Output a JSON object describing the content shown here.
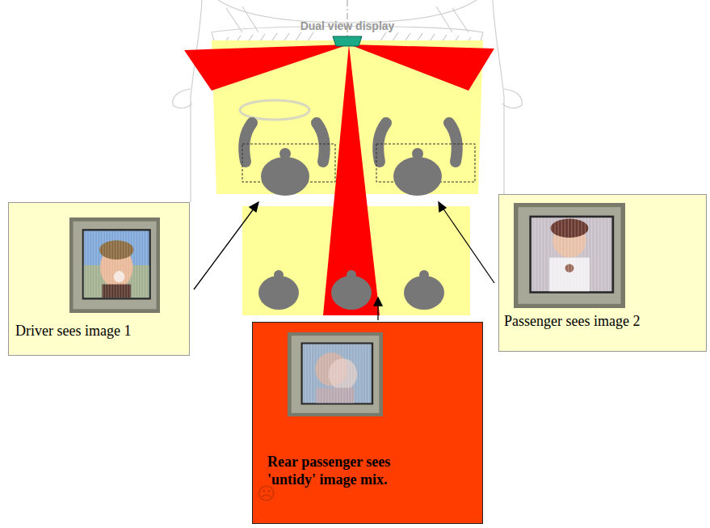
{
  "diagram": {
    "nodes": [
      {
        "text": [
          "Driver sees image 1"
        ]
      },
      {
        "text": [
          "Passenger sees image 2"
        ]
      },
      {
        "text": [
          "Rear passenger sees 'untidy' image mix."
        ]
      }
    ],
    "labels": [
      "Dual view display",
      "☹"
    ]
  }
}
